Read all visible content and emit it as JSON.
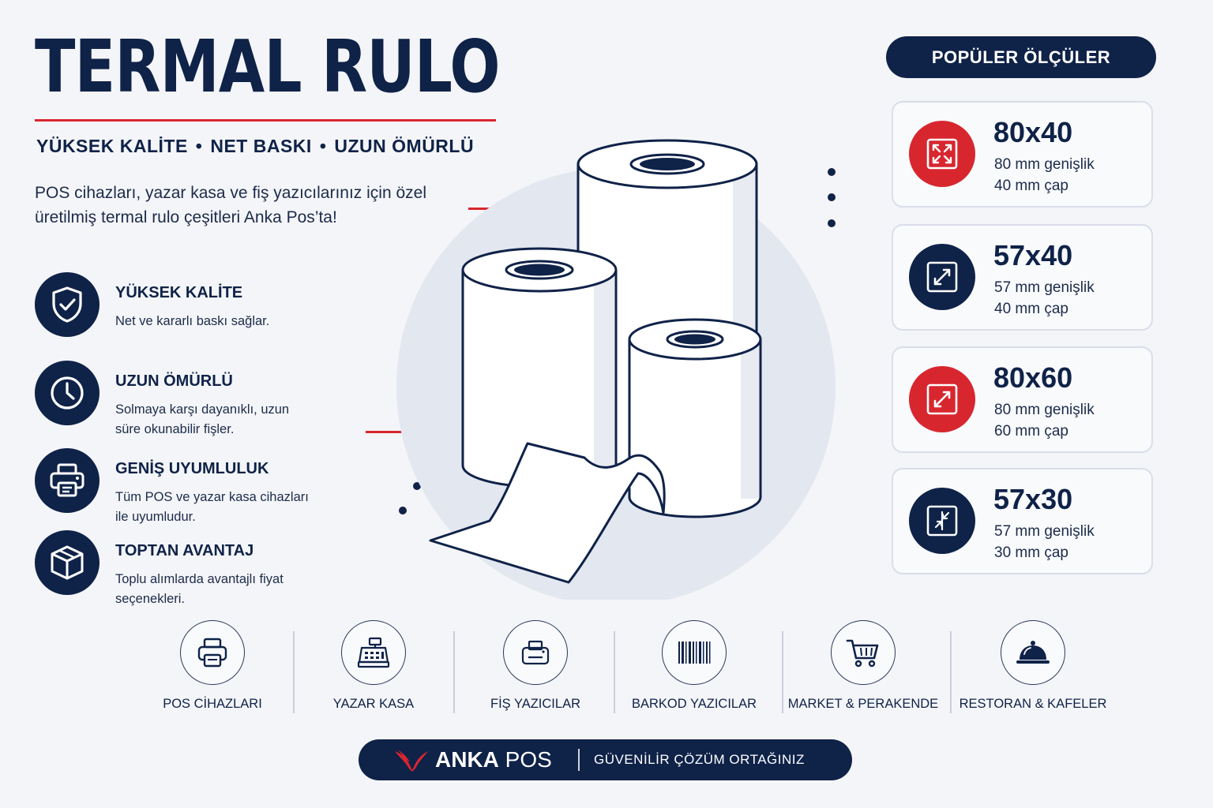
{
  "title": "TERMAL RULO",
  "tagline": [
    "YÜKSEK KALİTE",
    "NET BASKI",
    "UZUN ÖMÜRLÜ"
  ],
  "tagline_separator": "•",
  "intro": "POS cihazları, yazar kasa ve fiş yazıcılarınız için özel üretilmiş termal rulo çeşitleri Anka Pos’ta!",
  "features": [
    {
      "icon": "shield-check-icon",
      "title": "YÜKSEK KALİTE",
      "desc": "Net ve kararlı baskı sağlar."
    },
    {
      "icon": "clock-icon",
      "title": "UZUN ÖMÜRLÜ",
      "desc": "Solmaya karşı dayanıklı, uzun süre okunabilir fişler."
    },
    {
      "icon": "printer-icon",
      "title": "GENİŞ UYUMLULUK",
      "desc": "Tüm POS ve yazar kasa cihazları ile uyumludur."
    },
    {
      "icon": "box-icon",
      "title": "TOPTAN  AVANTAJ",
      "desc": "Toplu alımlarda avantajlı fiyat seçenekleri."
    }
  ],
  "popular": {
    "header": "POPÜLER ÖLÇÜLER",
    "sizes": [
      {
        "name": "80x40",
        "line1": "80 mm genişlik",
        "line2": "40 mm çap",
        "icon": "expand-icon",
        "color": "#d8262f"
      },
      {
        "name": "57x40",
        "line1": "57 mm genişlik",
        "line2": "40 mm çap",
        "icon": "resize-diagonal-icon",
        "color": "#0f2248"
      },
      {
        "name": "80x60",
        "line1": "80 mm genişlik",
        "line2": "60 mm çap",
        "icon": "resize-diagonal-icon",
        "color": "#d8262f"
      },
      {
        "name": "57x30",
        "line1": "57 mm genişlik",
        "line2": "30 mm çap",
        "icon": "compress-icon",
        "color": "#0f2248"
      }
    ]
  },
  "categories": [
    {
      "label": "POS CİHAZLARI",
      "icon": "pos-printer-icon"
    },
    {
      "label": "YAZAR KASA",
      "icon": "cash-register-icon"
    },
    {
      "label": "FİŞ YAZICILAR",
      "icon": "receipt-printer-icon"
    },
    {
      "label": "BARKOD YAZICILAR",
      "icon": "barcode-icon"
    },
    {
      "label": "MARKET & PERAKENDE",
      "icon": "shopping-cart-icon"
    },
    {
      "label": "RESTORAN & KAFELER",
      "icon": "cloche-icon"
    }
  ],
  "footer": {
    "brand_bold": "ANKA",
    "brand_light": "POS",
    "slogan": "GÜVENİLİR ÇÖZÜM ORTAĞINIZ"
  },
  "colors": {
    "navy": "#0f2248",
    "red": "#d8262f",
    "background": "#f4f5f8"
  }
}
